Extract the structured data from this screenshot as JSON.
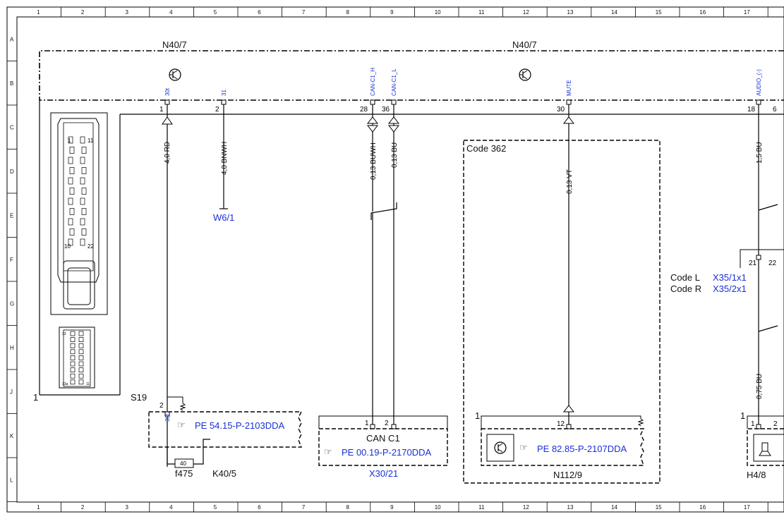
{
  "frame": {
    "columns": [
      "1",
      "2",
      "3",
      "4",
      "5",
      "6",
      "7",
      "8",
      "9",
      "10",
      "11",
      "12",
      "13",
      "14",
      "15",
      "16",
      "17"
    ],
    "rows": [
      "A",
      "B",
      "C",
      "D",
      "E",
      "F",
      "G",
      "H",
      "J",
      "K",
      "L"
    ]
  },
  "components": {
    "control_unit_left": "N40/7",
    "control_unit_right": "N40/7",
    "connector_ref": "1",
    "fuse_box": "S19",
    "fuse_pin": "2",
    "fuse_label": "40",
    "fuse_name": "f475",
    "relay": "K40/5",
    "ground": "W6/1",
    "can_junction_title": "CAN C1",
    "can_junction_ref": "X30/21",
    "code_box_label": "Code 362",
    "amp_ref": "N112/9",
    "amp_pin_ref": "1",
    "speaker_ref": "H4/8",
    "speaker_pin_ref": "1",
    "code_l": "Code L",
    "code_r": "Code R",
    "x35_1": "X35/1x1",
    "x35_2": "X35/2x1"
  },
  "pins": {
    "p1": {
      "num": "1",
      "signal": "30t"
    },
    "p2": {
      "num": "2",
      "signal": "31"
    },
    "p28": {
      "num": "28",
      "signal": "CAN-C1_H"
    },
    "p36": {
      "num": "36",
      "signal": "CAN-C1_L"
    },
    "p30": {
      "num": "30",
      "signal": "MUTE"
    },
    "p18": {
      "num": "18",
      "signal": "AUDIO_(-)"
    },
    "p6": {
      "num": "6"
    },
    "fuse_sig": "30t",
    "can1": "1",
    "can2": "2",
    "amp12": "12",
    "spk1": "1",
    "spk2": "2",
    "x21": "21",
    "x22": "22"
  },
  "wires": {
    "w1": "4,0 RD",
    "w2": "4,0 BNWH",
    "w28": "0,13 BUWH",
    "w36": "0,13 BU",
    "w30": "0,13 VT",
    "w18": "1,5 BU",
    "w18b": "0,75 BU"
  },
  "refs": {
    "fuse_ref": "PE 54.15-P-2103DDA",
    "can_ref": "PE 00.19-P-2170DDA",
    "amp_doc": "PE 82.85-P-2107DDA"
  },
  "connector_pins": {
    "a1": "1",
    "a11": "11",
    "a10": "10",
    "a22": "22",
    "b_top_l": "33",
    "b_bot_l": "13a",
    "b_bot_r": "11"
  }
}
